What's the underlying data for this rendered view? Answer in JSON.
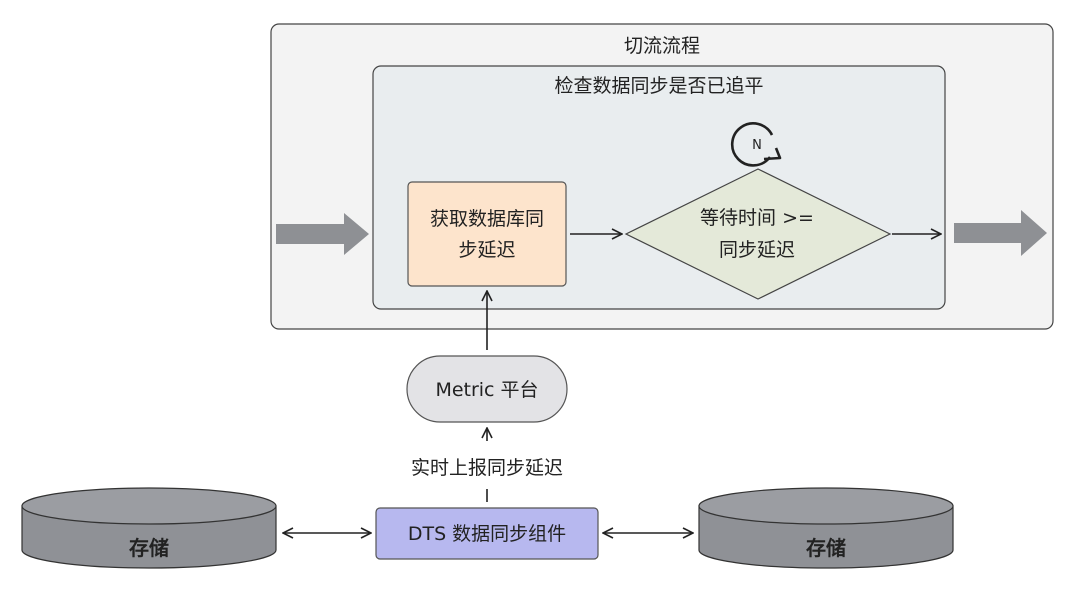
{
  "outer_container": {
    "title": "切流流程"
  },
  "inner_container": {
    "title": "检查数据同步是否已追平"
  },
  "nodes": {
    "get_delay": {
      "line1": "获取数据库同",
      "line2": "步延迟"
    },
    "wait_decision": {
      "line1": "等待时间 >=",
      "line2": "同步延迟"
    },
    "loop_marker": {
      "label": "N"
    },
    "metric": {
      "label": "Metric 平台"
    },
    "dts": {
      "label": "DTS 数据同步组件"
    },
    "storage_left": {
      "label": "存储"
    },
    "storage_right": {
      "label": "存储"
    }
  },
  "edges": {
    "report_label": "实时上报同步延迟"
  },
  "colors": {
    "outer_bg": "#f3f3f3",
    "inner_bg": "#e9edef",
    "get_delay_fill": "#fde4cc",
    "decision_fill": "#e4e9d9",
    "metric_fill": "#e3e3e6",
    "dts_fill": "#b7b8ef",
    "storage_fill": "#8f9196",
    "big_arrow": "#8e9094"
  }
}
